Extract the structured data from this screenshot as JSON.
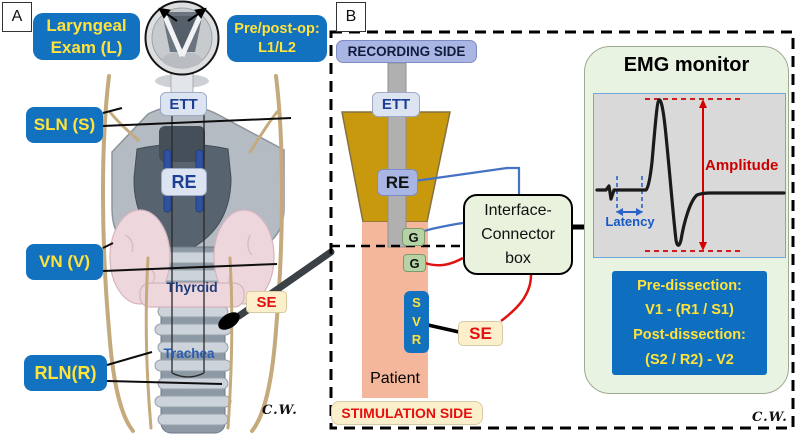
{
  "panel_a": {
    "tag": "A",
    "laryngeal_exam": {
      "line1": "Laryngeal",
      "line2": "Exam (L)"
    },
    "pre_post_op": {
      "line1": "Pre/post-op:",
      "line2": "L1/L2"
    },
    "ett_label": "ETT",
    "re_label": "RE",
    "sln_label": "SLN (S)",
    "vn_label": "VN (V)",
    "rln_label": "RLN(R)",
    "thyroid_label": "Thyroid",
    "trachea_label": "Trachea",
    "se_label": "SE",
    "signature": "C.W."
  },
  "panel_b": {
    "tag": "B",
    "recording_side_label": "RECORDING SIDE",
    "ett_label": "ETT",
    "re_label": "RE",
    "ground_top_label": "G",
    "ground_bottom_label": "G",
    "svr": {
      "s": "S",
      "v": "V",
      "r": "R"
    },
    "se_label": "SE",
    "patient_label": "Patient",
    "stimulation_side_label": "STIMULATION SIDE",
    "interface_box": {
      "line1": "Interface-",
      "line2": "Connector",
      "line3": "box"
    },
    "signature": "C.W."
  },
  "emg_monitor": {
    "title": "EMG monitor",
    "amplitude_label": "Amplitude",
    "latency_label": "Latency",
    "dissection_formulas": {
      "line1": "Pre-dissection:",
      "line2": "V1 - (R1 / S1)",
      "line3": "Post-dissection:",
      "line4": "(S2 / R2) - V2"
    }
  },
  "colors": {
    "label_blue": "#1272bf",
    "label_yellow": "#ffe23c",
    "periwinkle": "#a9b6e4",
    "interface_green": "#e8f2dd",
    "ground_green": "#b6d3a6",
    "cream": "#fbf0cb",
    "signal_red": "#e01212",
    "patient_salmon": "#f5b79c",
    "larynx_gold": "#c8990d",
    "wire_blue": "#4472c4",
    "navy_text": "#1c3f94"
  }
}
